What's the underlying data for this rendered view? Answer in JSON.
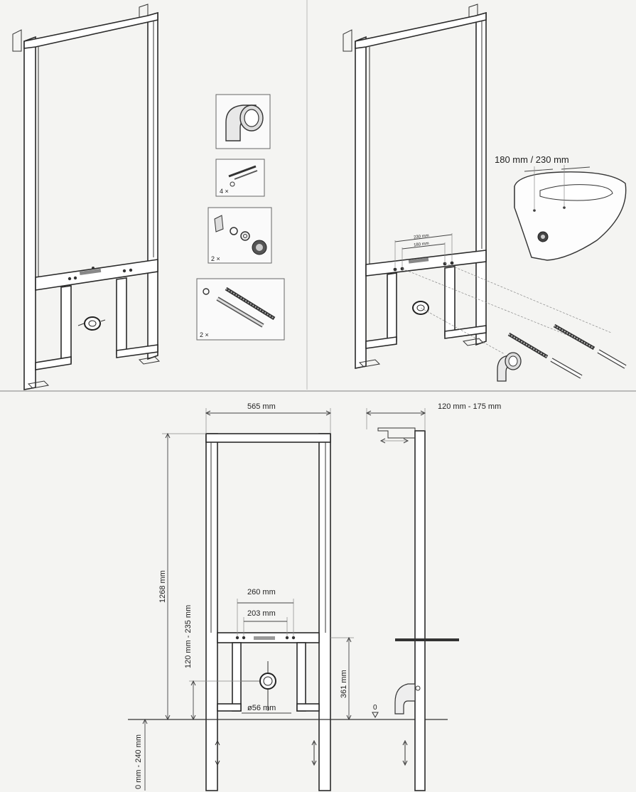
{
  "parts": {
    "anchor_qty": "4 ×",
    "washer_qty": "2 ×",
    "rod_qty": "2 ×"
  },
  "assembly": {
    "bowl_spacing": "180 mm / 230 mm",
    "label_230": "230 mm",
    "label_180": "180 mm"
  },
  "front_view": {
    "width": "565 mm",
    "height": "1268 mm",
    "adjust_range": "120 mm - 235 mm",
    "bolt_260": "260 mm",
    "bolt_203": "203 mm",
    "bracket_height": "361 mm",
    "drain_diameter": "ø56 mm",
    "leg_range": "0 mm - 240 mm"
  },
  "side_view": {
    "depth_range": "120 mm - 175 mm",
    "floor_level": "0"
  }
}
